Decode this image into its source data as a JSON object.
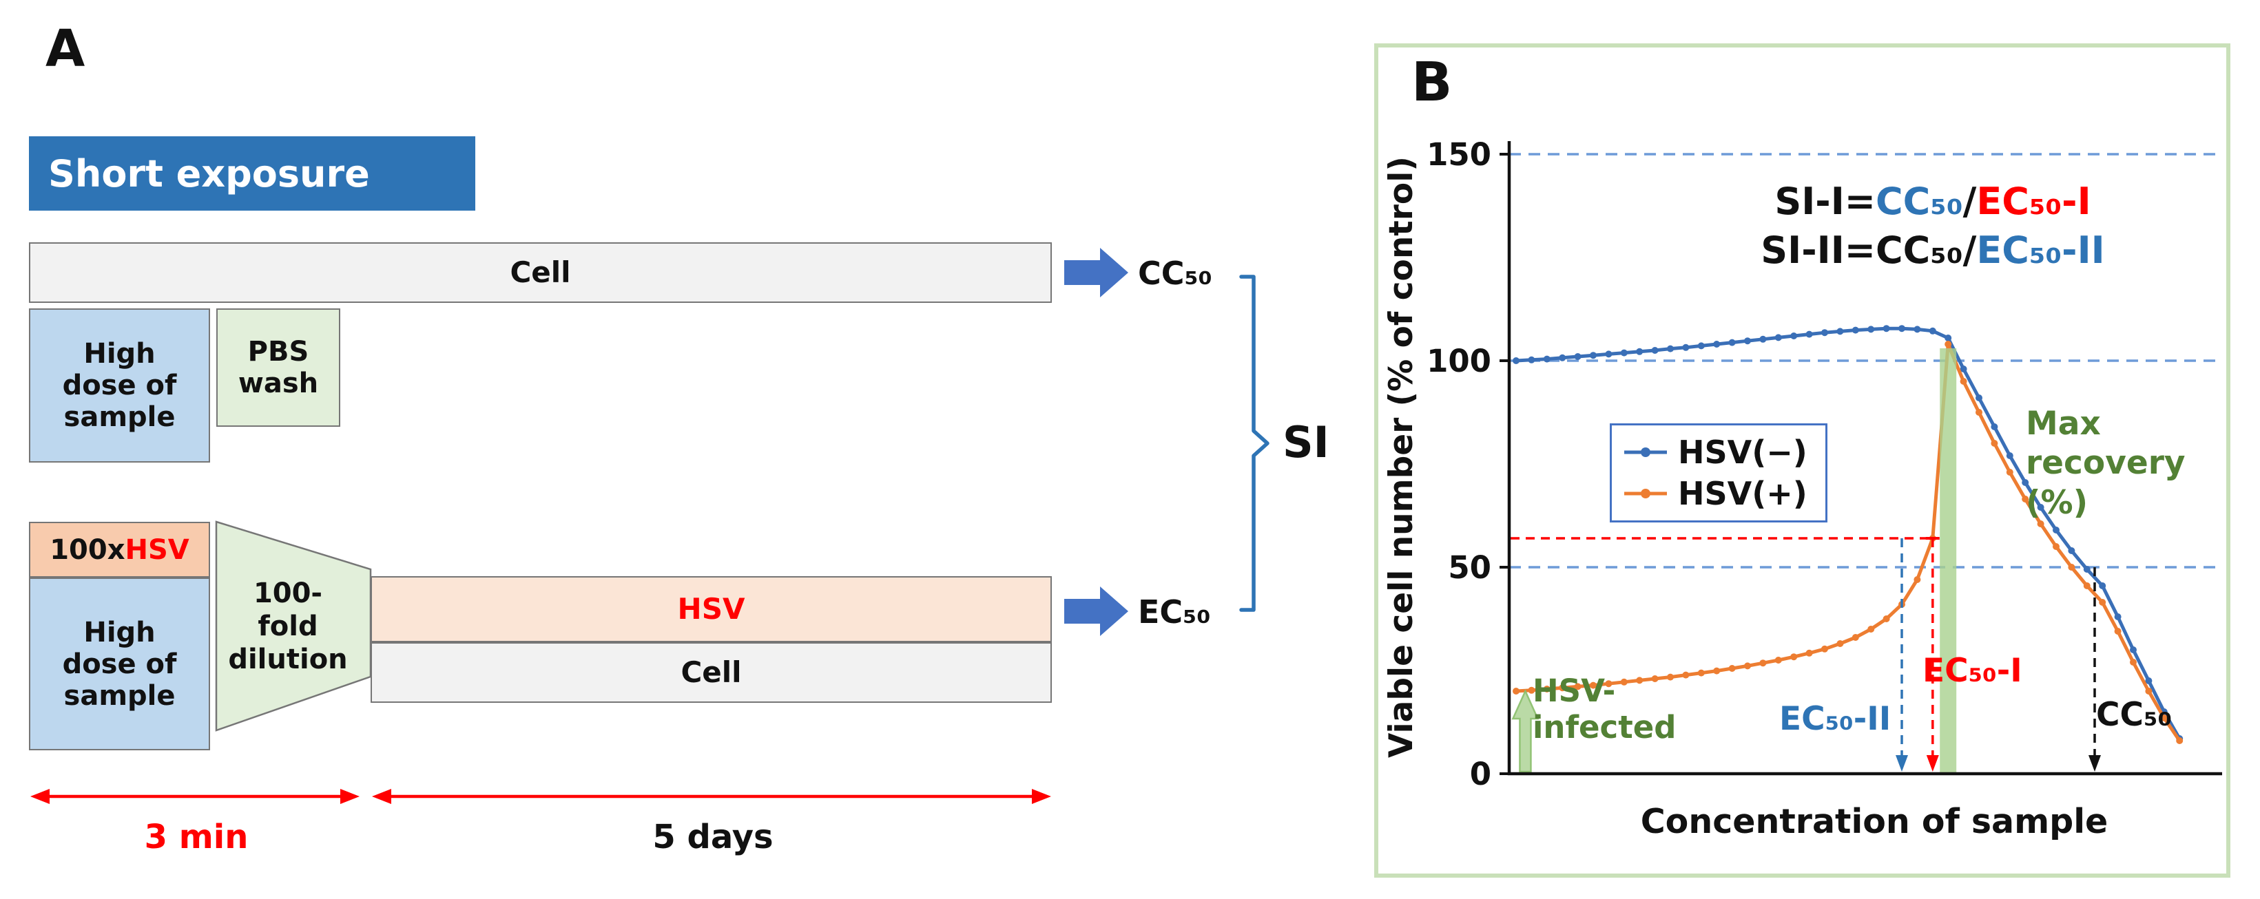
{
  "panel_a": {
    "label": "A",
    "banner": "Short exposure",
    "cell_top": "Cell",
    "cc50": "CC₅₀",
    "ec50": "EC₅₀",
    "si": "SI",
    "high_dose_top": "High\ndose of\nsample",
    "pbs_wash": "PBS\nwash",
    "hsv_multiplier": {
      "prefix": "100x",
      "virus": "HSV"
    },
    "high_dose_bottom": "High\ndose of\nsample",
    "dilution": "100-\nfold\ndilution",
    "hsv_bar": "HSV",
    "cell_bottom": "Cell",
    "time_short": "3 min",
    "time_long": "5 days"
  },
  "panel_b": {
    "label": "B",
    "y_axis_label": "Viable cell number (% of control)",
    "x_axis_label": "Concentration of sample",
    "formula_line1": {
      "prefix": "SI-I=",
      "cc": "CC₅₀",
      "slash": "/",
      "ec": "EC₅₀-I"
    },
    "formula_line2": {
      "prefix": "SI-II=",
      "cc": "CC₅₀",
      "slash": "/",
      "ec": "EC₅₀-II"
    },
    "max_recovery": "Max\nrecovery\n(%)",
    "hsv_infected": "HSV-\ninfected",
    "ec50_i_label": "EC₅₀-I",
    "ec50_ii_label": "EC₅₀-II",
    "cc50_label": "CC₅₀"
  },
  "colors": {
    "banner_blue": "#2E74B5",
    "block_arrow_blue": "#4472C4",
    "light_blue_box": "#BDD7EE",
    "light_green_box": "#E2EFDA",
    "orange_box": "#F8CBAD",
    "peach_bar": "#FBE5D6",
    "gray_bar": "#F2F2F2",
    "red_accent": "#FF0000",
    "green_accent": "#538135",
    "recovery_bar_green": "#A9D18E",
    "panel_border_green": "#C9E0B9",
    "gridline_blue": "#6E9BD8"
  },
  "chart_data": {
    "type": "line",
    "title": "",
    "xlabel": "Concentration of sample",
    "ylabel": "Viable cell number (% of control)",
    "ylim": [
      0,
      150
    ],
    "yticks": [
      0,
      50,
      100,
      150
    ],
    "gridlines_y": [
      50,
      100,
      150
    ],
    "grid_style": "dashed horizontal, blue",
    "x_axis": "unlabeled increasing concentration (44 equally spaced points)",
    "legend_position": "middle-left",
    "series": [
      {
        "name": "HSV(−)",
        "color": "#3A6FB7",
        "values": [
          100,
          100.2,
          100.4,
          100.7,
          101,
          101.3,
          101.6,
          101.9,
          102.2,
          102.5,
          102.9,
          103.2,
          103.6,
          104,
          104.4,
          104.8,
          105.2,
          105.6,
          106,
          106.4,
          106.8,
          107.1,
          107.4,
          107.6,
          107.8,
          107.8,
          107.6,
          107.2,
          105.5,
          98,
          91,
          84,
          77,
          70.5,
          64.5,
          59,
          54,
          49.5,
          45.5,
          38,
          30,
          22.5,
          15,
          8.5
        ]
      },
      {
        "name": "HSV(+)",
        "color": "#ED7D31",
        "values": [
          20,
          20.2,
          20.5,
          20.8,
          21.1,
          21.4,
          21.8,
          22.2,
          22.6,
          23,
          23.4,
          23.9,
          24.4,
          24.9,
          25.5,
          26.1,
          26.8,
          27.5,
          28.3,
          29.2,
          30.2,
          31.5,
          33,
          35,
          37.5,
          41,
          47,
          57,
          104,
          95,
          87.5,
          80,
          73,
          66.5,
          60.5,
          55,
          50,
          45.5,
          41.5,
          34.5,
          27,
          20,
          13.5,
          8
        ]
      }
    ],
    "annotations": {
      "ec50_i": {
        "x_index": 27,
        "y": 57,
        "label": "EC₅₀-I",
        "color": "#FF0000"
      },
      "ec50_ii": {
        "x_index": 25,
        "label": "EC₅₀-II",
        "color": "#2E74B5"
      },
      "cc50": {
        "x_index": 37.5,
        "y": 50,
        "label": "CC₅₀",
        "color": "#111111"
      },
      "max_recovery_bar": {
        "x_index": 28,
        "top": 103,
        "label": "Max recovery (%)"
      },
      "infected_arrow": {
        "x_index": 0.6,
        "top": 20,
        "label": "HSV-infected"
      }
    }
  }
}
